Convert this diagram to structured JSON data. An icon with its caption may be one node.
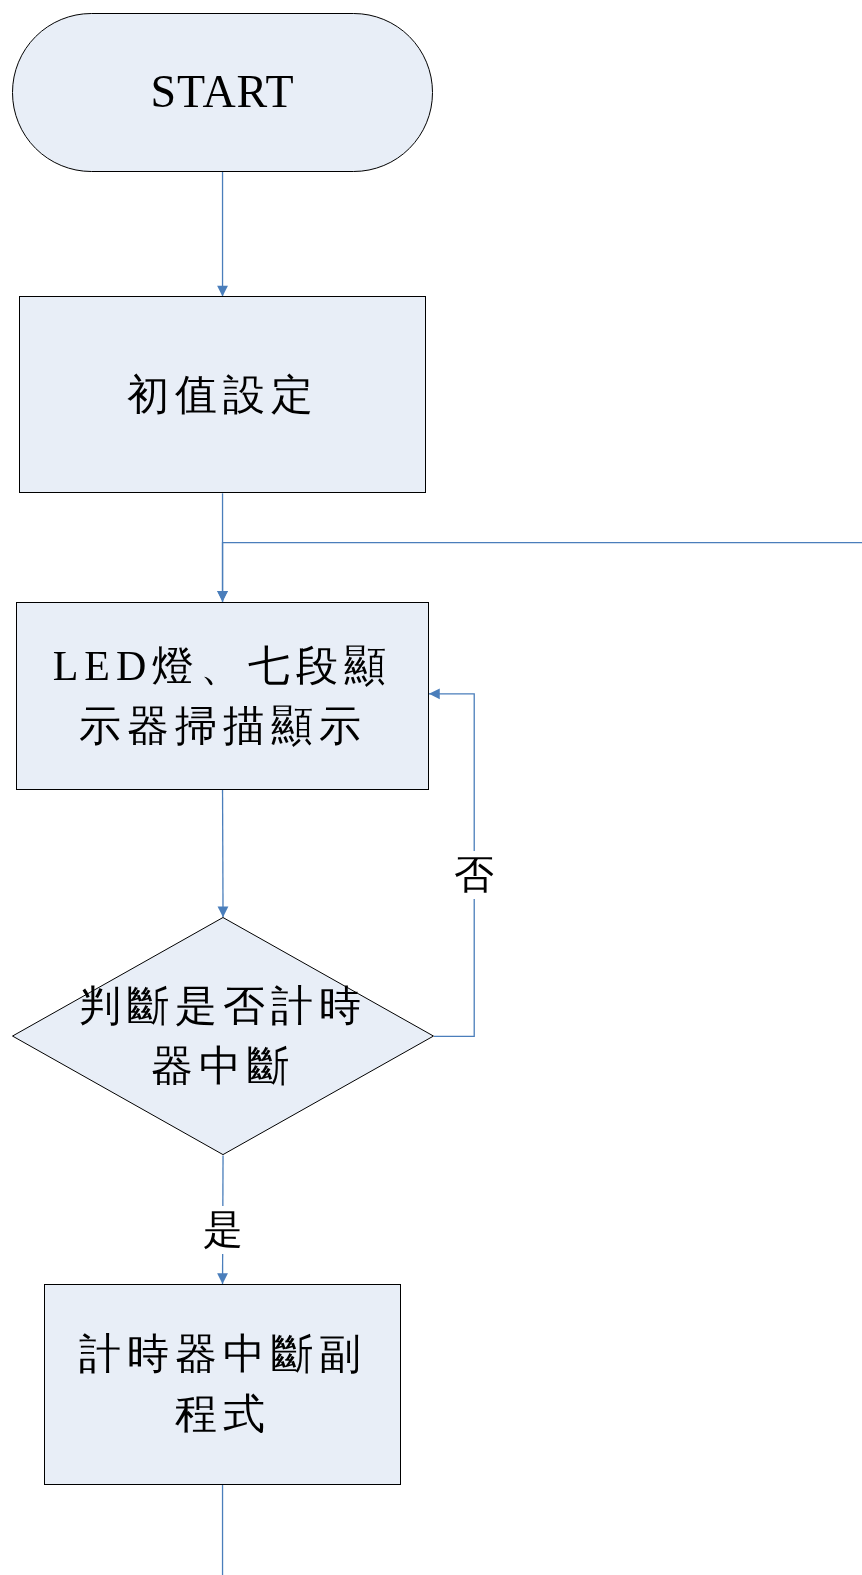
{
  "diagram": {
    "nodes": [
      {
        "text": [
          "START"
        ]
      },
      {
        "text": [
          "初值設定"
        ]
      },
      {
        "text": [
          "LED燈、七段顯示器掃描顯示"
        ]
      },
      {
        "text": [
          "判斷是否計時器中斷"
        ]
      },
      {
        "text": [
          "計時器中斷副程式"
        ]
      }
    ],
    "edges": [
      {
        "from": 0,
        "to": 1,
        "arrow": "to"
      },
      {
        "from": 1,
        "to": 2,
        "arrow": "to"
      },
      {
        "from": 2,
        "to": 3,
        "arrow": "to"
      },
      {
        "from": 3,
        "to": 2,
        "arrow": "to",
        "label": "否"
      },
      {
        "from": 3,
        "to": 4,
        "arrow": "to",
        "label": "是"
      },
      {
        "from": 4,
        "to": null,
        "arrow": "none"
      },
      {
        "from": null,
        "to": 2,
        "arrow": "to"
      }
    ]
  }
}
